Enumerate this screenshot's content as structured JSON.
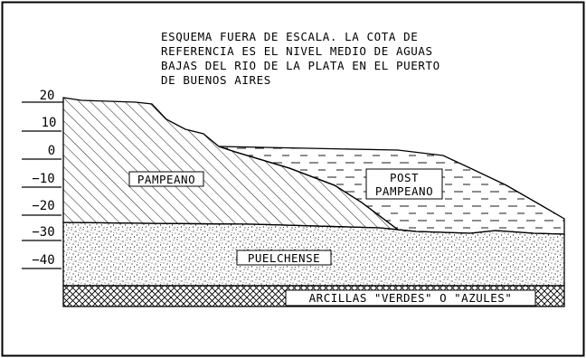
{
  "note": {
    "lines": [
      "ESQUEMA FUERA DE ESCALA. LA COTA DE",
      "REFERENCIA ES EL NIVEL MEDIO DE AGUAS",
      "BAJAS DEL RIO DE LA PLATA EN EL PUERTO",
      "DE BUENOS AIRES"
    ]
  },
  "elevation_scale": {
    "ticks": [
      "20",
      "10",
      "0",
      "−10",
      "−20",
      "−30",
      "−40"
    ]
  },
  "strata": {
    "pampeano": "PAMPEANO",
    "post_pampeano_line1": "POST",
    "post_pampeano_line2": "PAMPEANO",
    "puelchense": "PUELCHENSE",
    "arcillas": "ARCILLAS \"VERDES\" O \"AZULES\""
  },
  "colors": {
    "ink": "#000000",
    "background": "#ffffff"
  }
}
